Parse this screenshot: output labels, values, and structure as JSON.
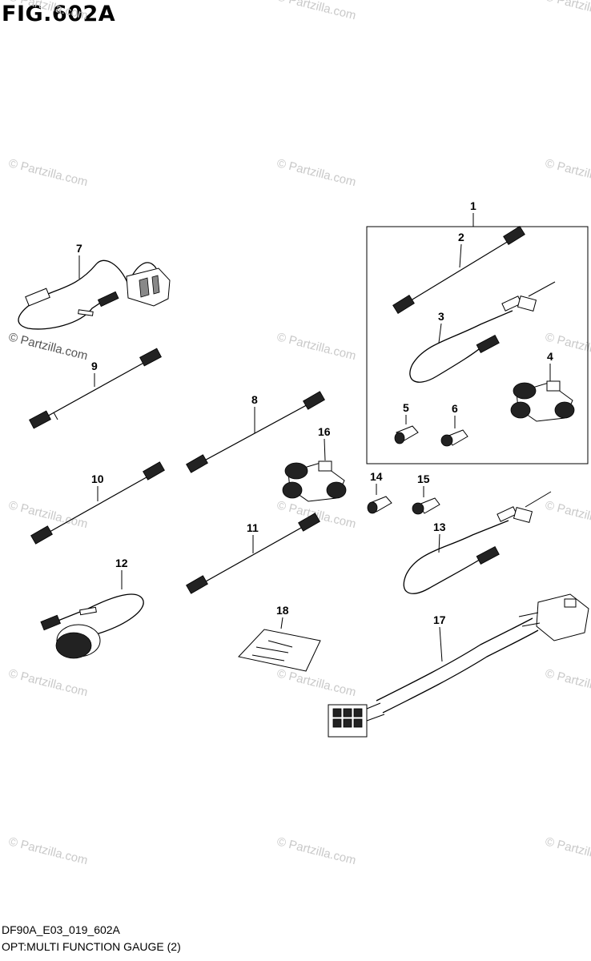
{
  "figure": {
    "title": "FIG.602A",
    "code": "DF90A_E03_019_602A",
    "caption": "OPT:MULTI FUNCTION GAUGE (2)"
  },
  "watermark": {
    "text": "© Partzilla.com",
    "color": "#c9c9c9"
  },
  "callouts": [
    "1",
    "2",
    "3",
    "4",
    "5",
    "6",
    "7",
    "8",
    "9",
    "10",
    "11",
    "12",
    "13",
    "14",
    "15",
    "16",
    "17",
    "18"
  ]
}
